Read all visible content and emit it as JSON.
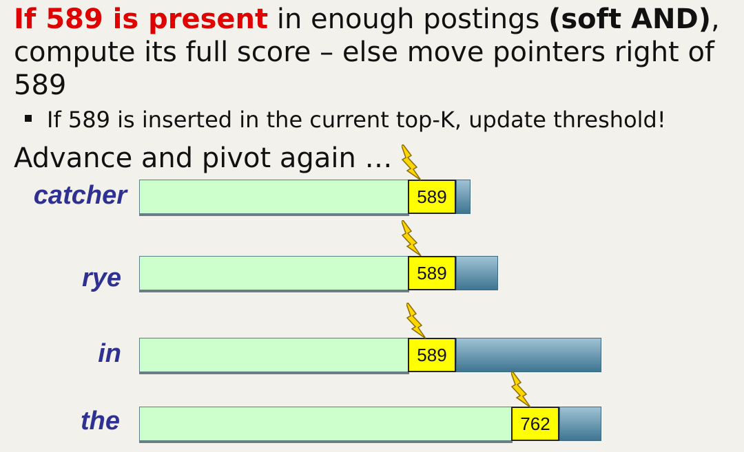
{
  "heading": {
    "part1_red": "If 589 is present",
    "part2": " in enough postings ",
    "part3_bold": "(soft AND)",
    "part4": ",",
    "line2": "compute its full score – else move pointers right of",
    "line3": "589"
  },
  "bullet": {
    "text": "If 589 is inserted in the current top-K, update threshold!"
  },
  "advance_text": "Advance and pivot again …",
  "postings": [
    {
      "term": "catcher",
      "doc_id": "589"
    },
    {
      "term": "rye",
      "doc_id": "589"
    },
    {
      "term": "in",
      "doc_id": "589"
    },
    {
      "term": "the",
      "doc_id": "762"
    }
  ],
  "colors": {
    "highlight_red": "#e00000",
    "term_blue": "#2e3192",
    "posting_green": "#ccffcc",
    "remaining_blue": "#3e7592",
    "pointer_yellow": "#ffff00",
    "bolt_yellow": "#ffd700"
  },
  "icons": {
    "pointer": "lightning-bolt-icon"
  }
}
